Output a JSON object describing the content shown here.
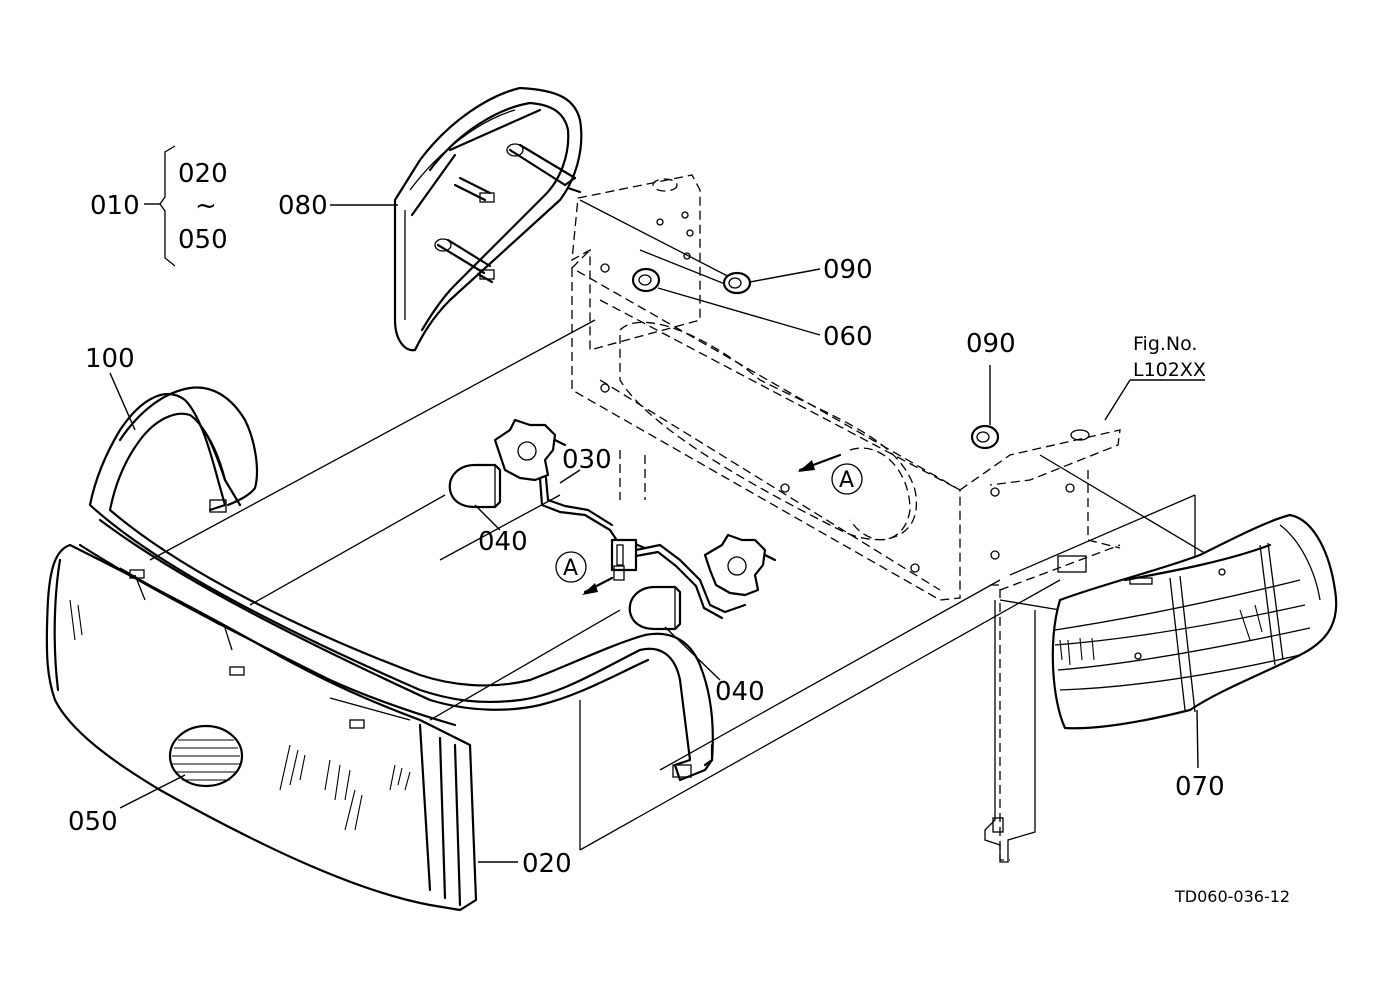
{
  "labels": {
    "p010": "010",
    "p020_group": "020",
    "tilde": "~",
    "p050_group": "050",
    "p080": "080",
    "p090_a": "090",
    "p060": "060",
    "p090_b": "090",
    "fig_no_title": "Fig.No.",
    "fig_no_value": "L102XX",
    "p100": "100",
    "p030": "030",
    "p040_a": "040",
    "p040_b": "040",
    "p050": "050",
    "p020": "020",
    "p070": "070",
    "view_a_1": "A",
    "view_a_2": "A",
    "drawing_code": "TD060-036-12"
  }
}
